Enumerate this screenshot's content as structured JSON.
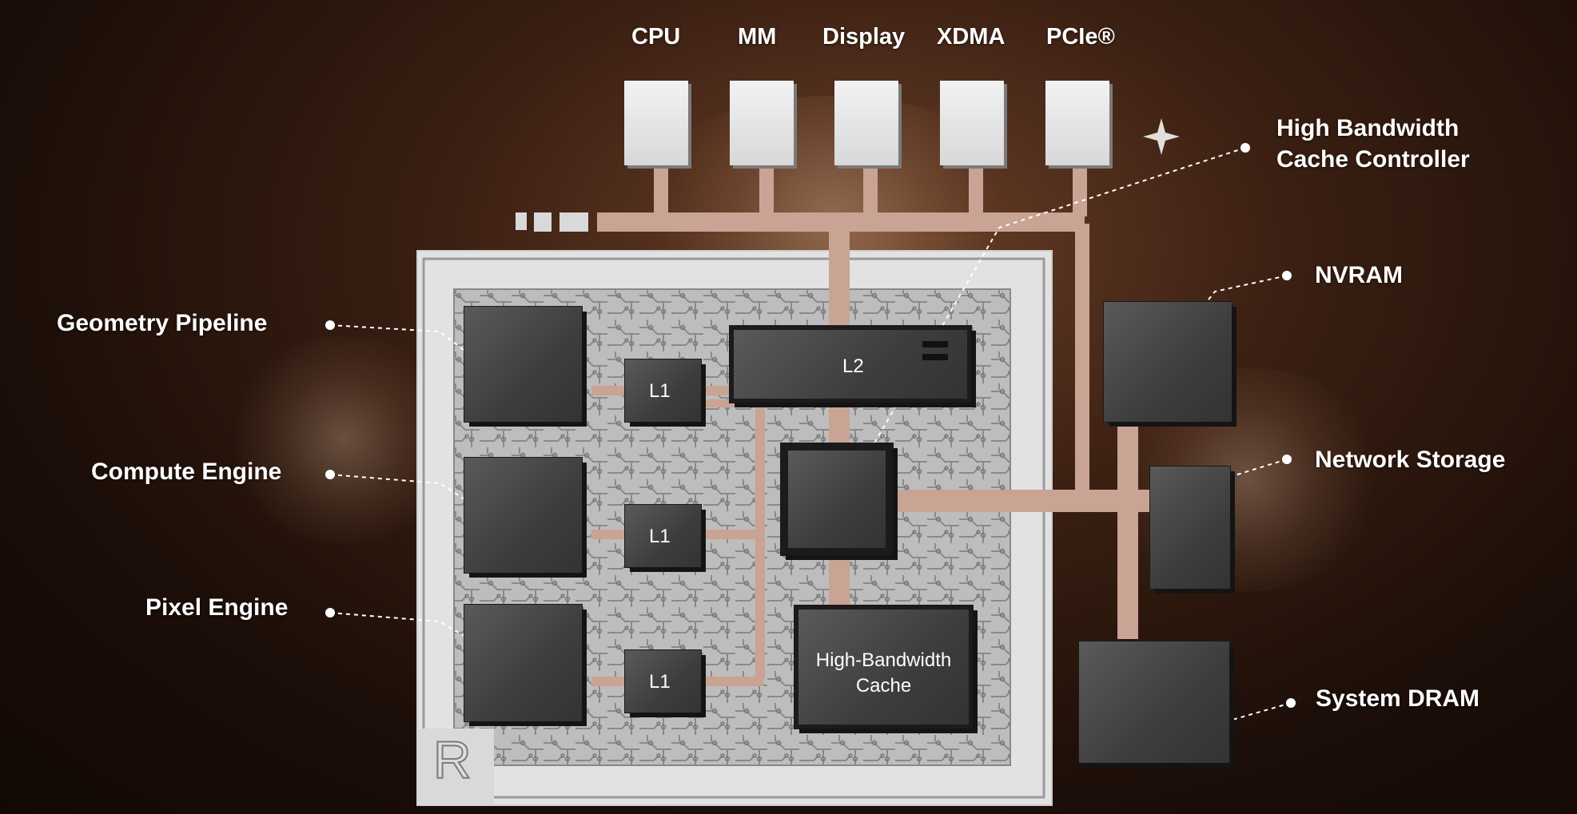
{
  "top_ports": [
    "CPU",
    "MM",
    "Display",
    "XDMA",
    "PCIe®"
  ],
  "callouts": {
    "hbcc_line1": "High Bandwidth",
    "hbcc_line2": "Cache Controller",
    "nvram": "NVRAM",
    "network_storage": "Network Storage",
    "system_dram": "System DRAM",
    "geometry_pipeline": "Geometry Pipeline",
    "compute_engine": "Compute Engine",
    "pixel_engine": "Pixel Engine"
  },
  "blocks": {
    "l2": "L2",
    "l1": "L1",
    "hbc_line1": "High-Bandwidth",
    "hbc_line2": "Cache"
  },
  "logo_letter": "R",
  "colors": {
    "bus": "#c9a393",
    "chip_frame": "#e6e6e6",
    "block": "#4a4a4a"
  }
}
